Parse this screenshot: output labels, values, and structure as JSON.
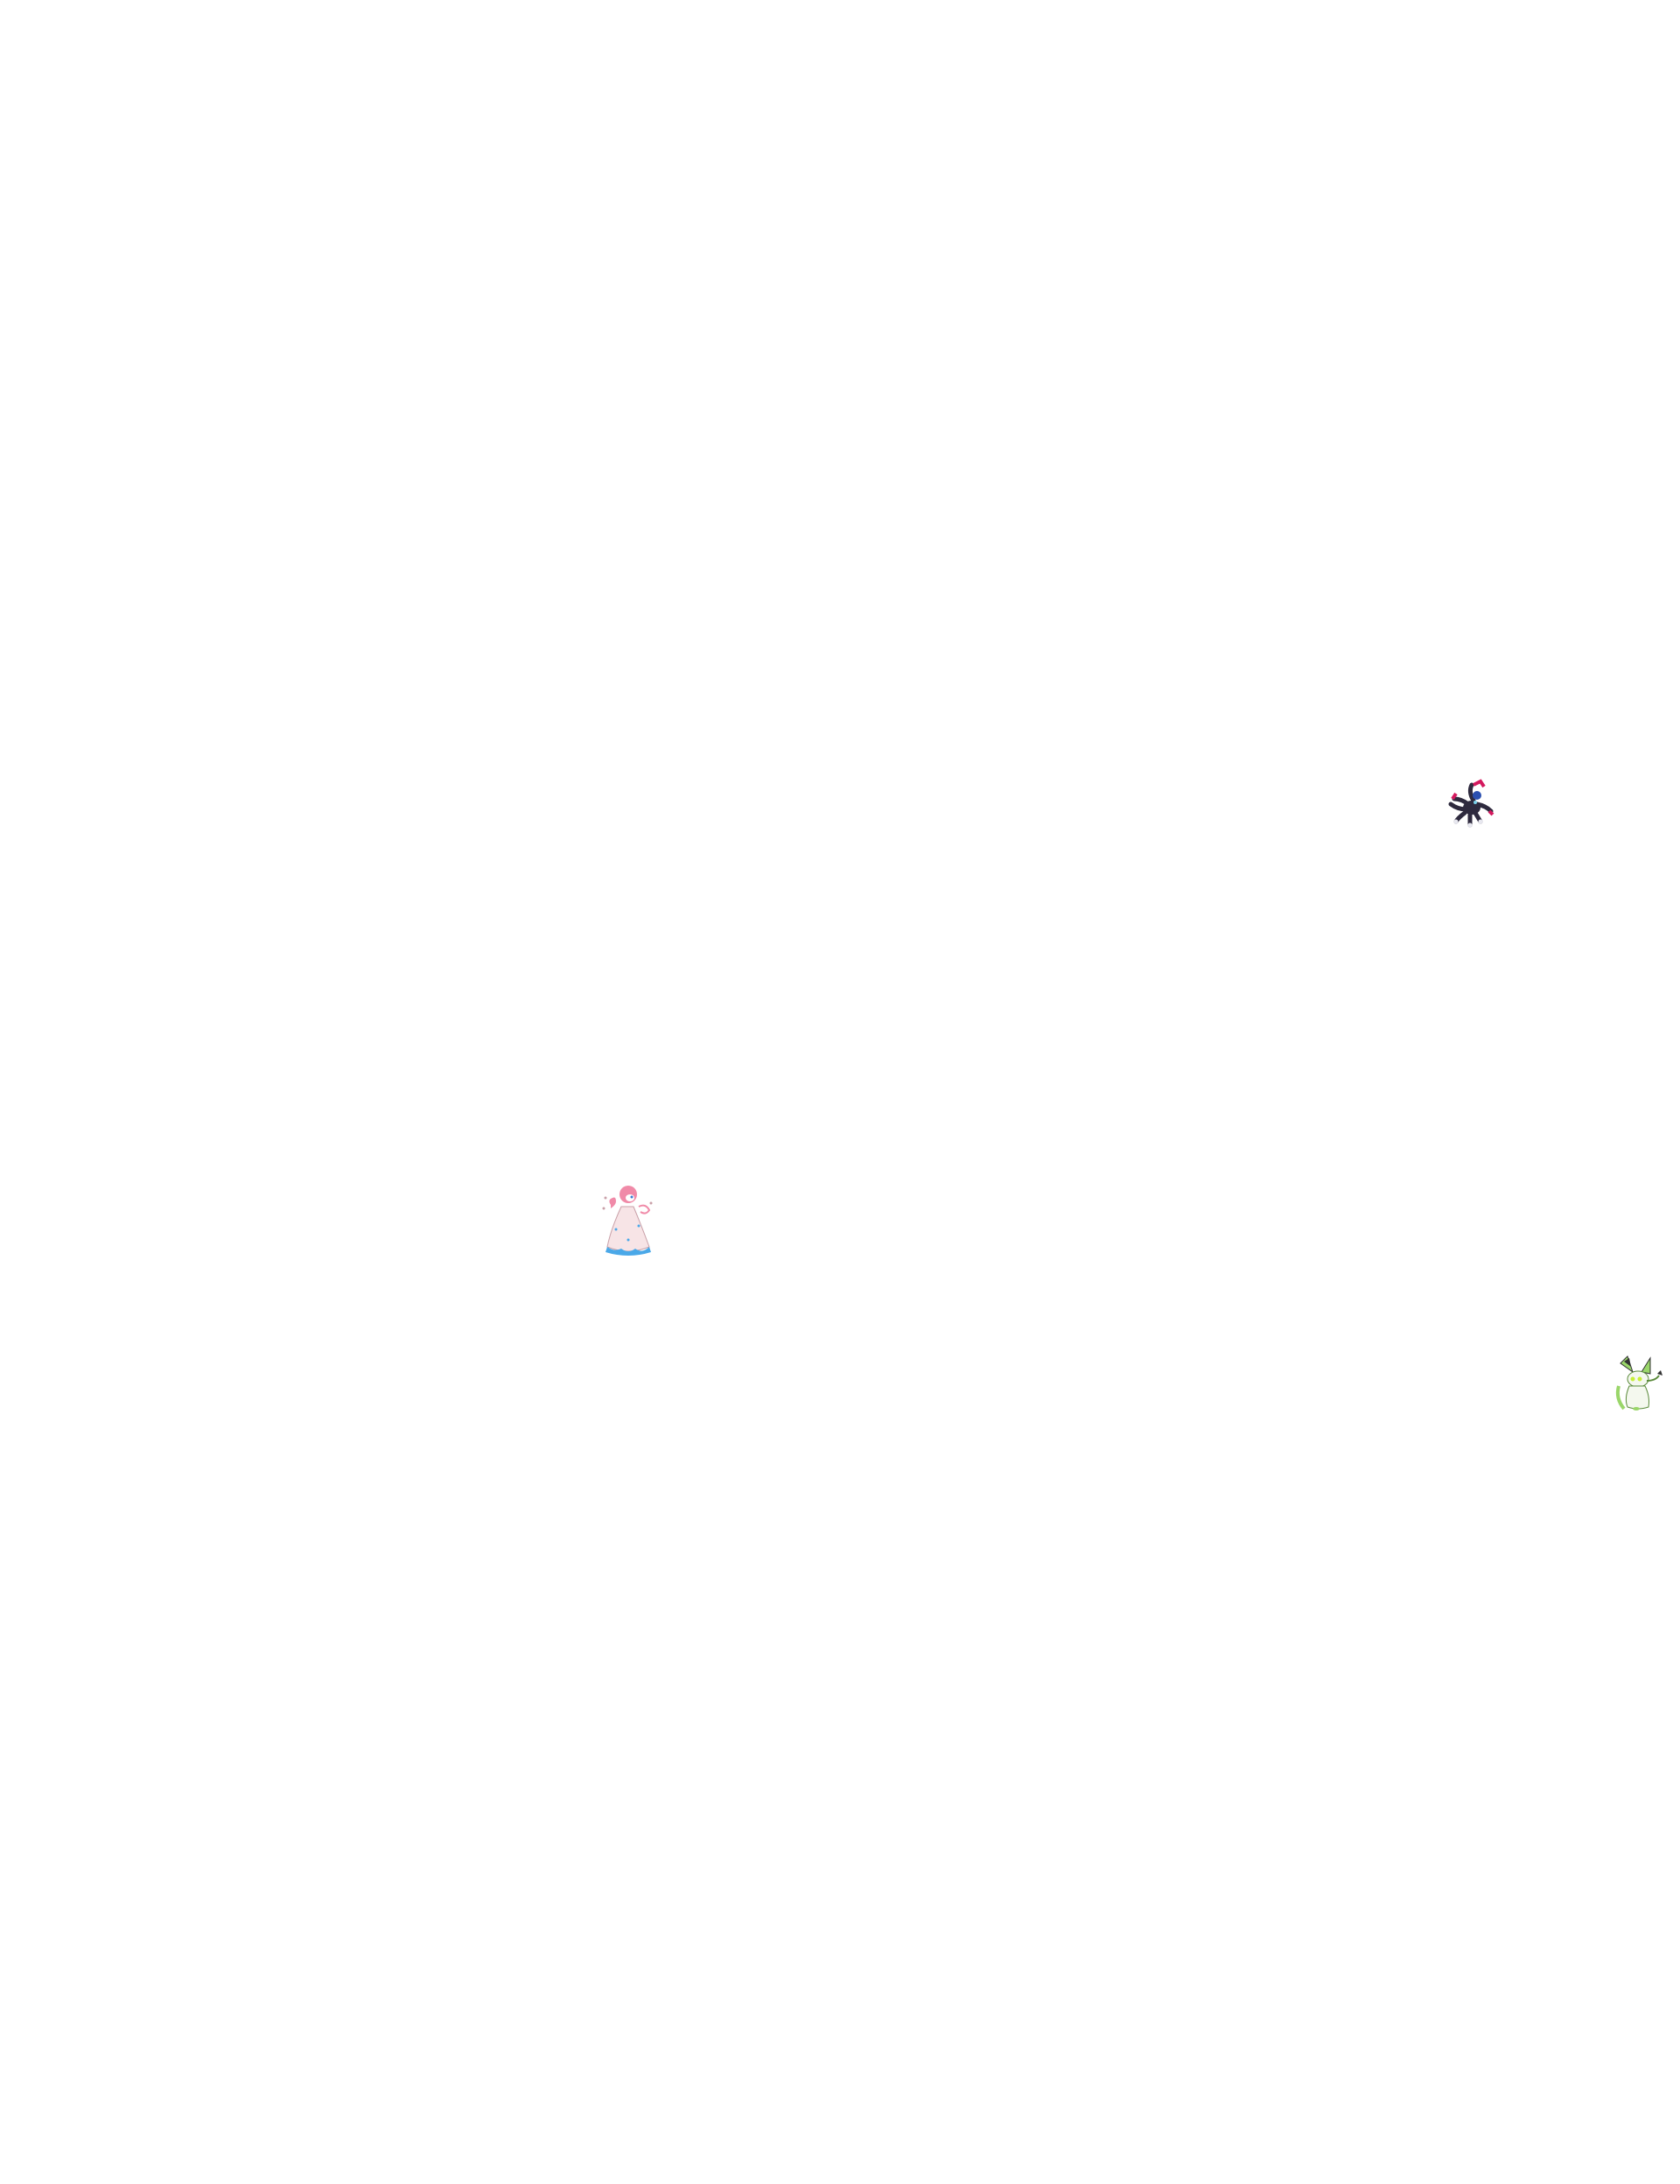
{
  "sprites": [
    {
      "name": "dark-tentacle-creature",
      "colors": [
        "#2e2a3e",
        "#d4195e",
        "#2a4fb0",
        "#e8e8f0"
      ]
    },
    {
      "name": "pink-gown-fairy",
      "colors": [
        "#f08aa8",
        "#f7e4e6",
        "#4aa8e8",
        "#ffffff"
      ]
    },
    {
      "name": "green-eared-creature",
      "colors": [
        "#9ad66a",
        "#f4f8ee",
        "#333333",
        "#c7f03a"
      ]
    }
  ]
}
